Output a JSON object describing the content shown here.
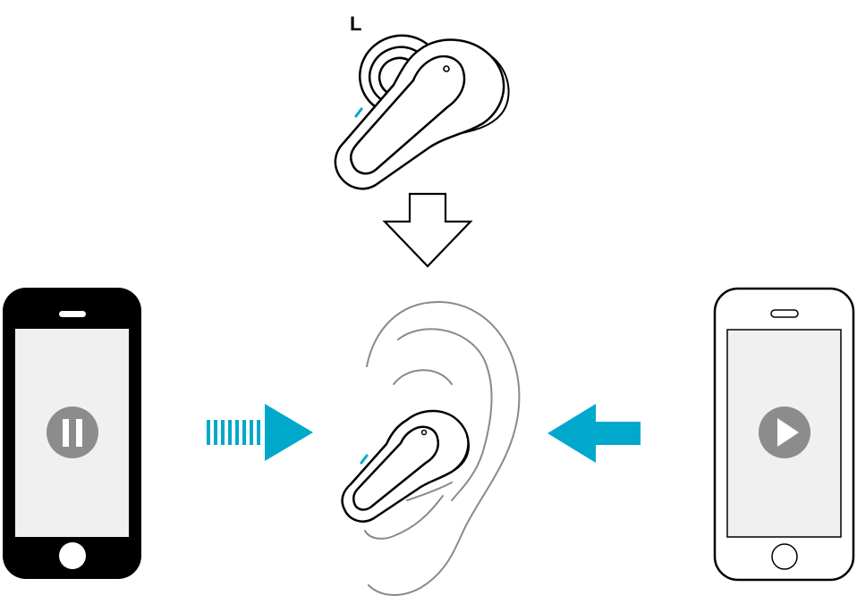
{
  "diagram": {
    "earbud_side_label": "L",
    "steps": [
      {
        "name": "earbud-removed",
        "icon": "left-earbud-icon"
      },
      {
        "name": "insert-arrow",
        "icon": "down-arrow-icon"
      },
      {
        "name": "earbud-in-ear",
        "icon": "ear-with-earbud-icon"
      }
    ],
    "left_phone": {
      "state_icon": "pause-icon",
      "style": "filled-black"
    },
    "right_phone": {
      "state_icon": "play-icon",
      "style": "outline"
    },
    "left_arrow": {
      "style": "dashed",
      "direction": "right",
      "icon": "dashed-right-arrow-icon"
    },
    "right_arrow": {
      "style": "solid",
      "direction": "left",
      "icon": "solid-left-arrow-icon"
    }
  },
  "colors": {
    "accent": "#00a8cc",
    "line": "#000000",
    "ear_outline": "#8a8a8a",
    "media_icon": "#8c8c8c",
    "phone_screen": "#f0f0f0",
    "background": "#ffffff"
  }
}
